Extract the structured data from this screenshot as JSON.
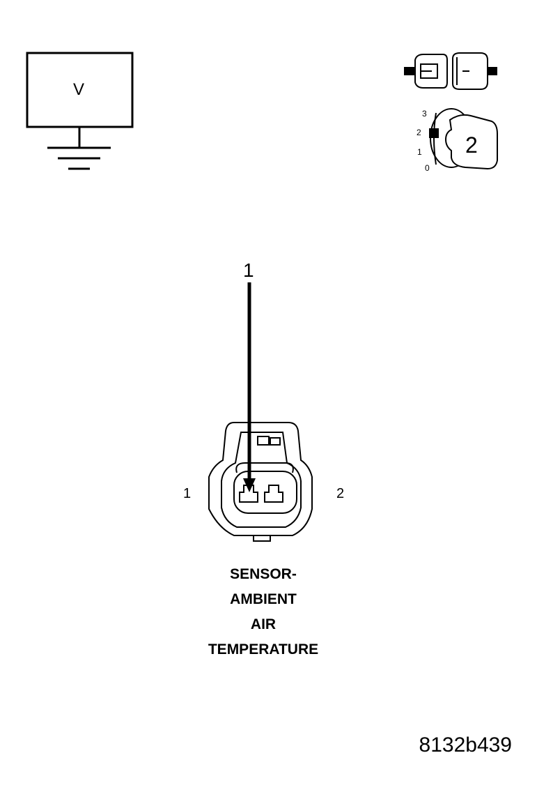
{
  "voltmeter": {
    "symbol": "V"
  },
  "ignition_switch": {
    "positions": [
      "3",
      "2",
      "1",
      "0"
    ],
    "key_position": "2"
  },
  "callout": {
    "number": "1"
  },
  "connector": {
    "pin_left": "1",
    "pin_right": "2"
  },
  "caption": {
    "lines": [
      "SENSOR-",
      "AMBIENT",
      "AIR",
      "TEMPERATURE"
    ]
  },
  "figure_id": "8132b439"
}
